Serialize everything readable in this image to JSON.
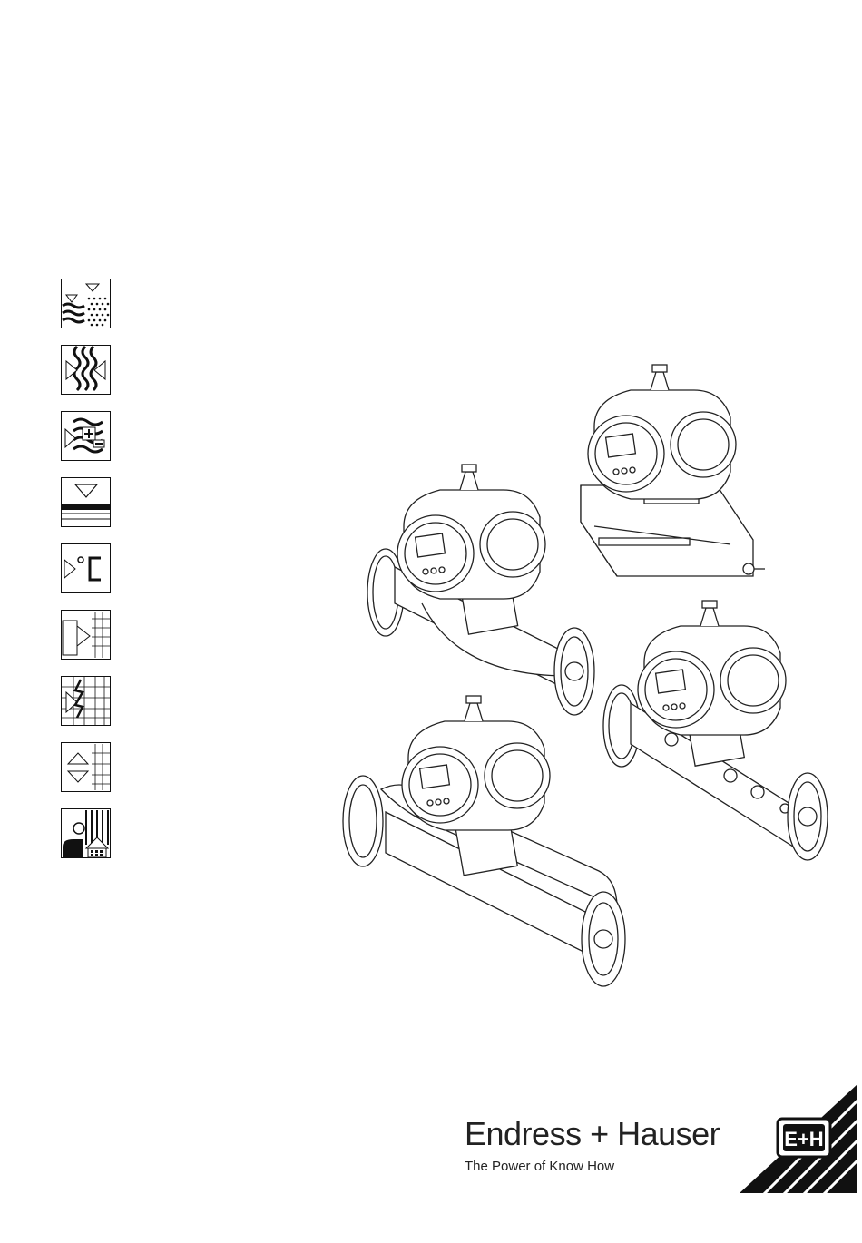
{
  "brand": {
    "name": "Endress + Hauser",
    "tagline": "The Power of Know How",
    "logo_letters": "E+H"
  },
  "icons": [
    {
      "name": "level-icon"
    },
    {
      "name": "flow-icon"
    },
    {
      "name": "analysis-icon"
    },
    {
      "name": "pressure-icon"
    },
    {
      "name": "temperature-icon"
    },
    {
      "name": "recording-icon"
    },
    {
      "name": "system-component-icon"
    },
    {
      "name": "limit-switch-icon"
    },
    {
      "name": "services-icon"
    }
  ],
  "illustration": {
    "name": "coriolis-flowmeters-illustration"
  }
}
